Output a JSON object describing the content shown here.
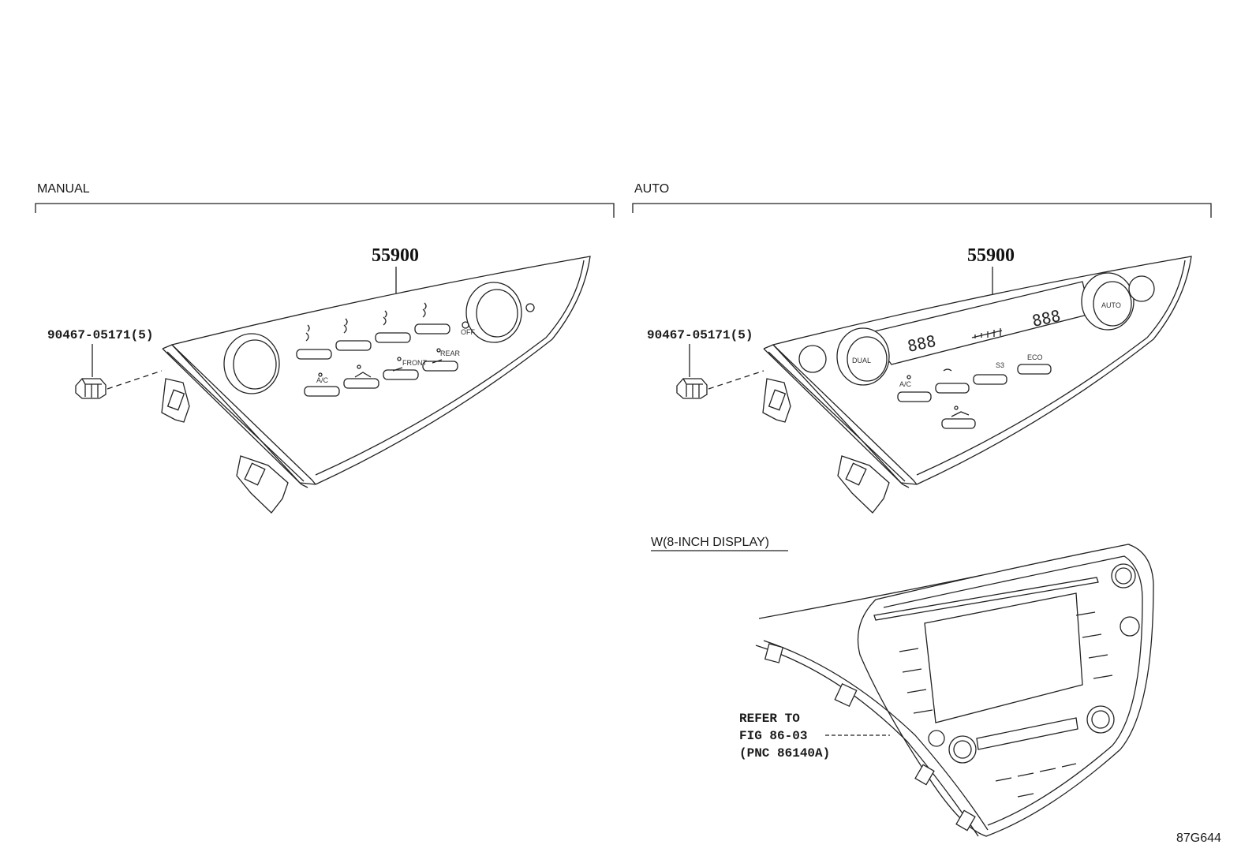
{
  "sections": {
    "manual": {
      "label": "MANUAL",
      "part_number": "55900",
      "fastener_part": "90467-05171(5)"
    },
    "auto": {
      "label": "AUTO",
      "part_number": "55900",
      "fastener_part": "90467-05171(5)"
    },
    "display": {
      "label": "W(8-INCH DISPLAY)",
      "refer_line1": "REFER TO",
      "refer_line2": "FIG 86-03",
      "refer_line3": "(PNC 86140A)"
    }
  },
  "manual_panel": {
    "off_label": "OFF",
    "ac_label": "A/C",
    "front_label": "FRONT",
    "rear_label": "REAR"
  },
  "auto_panel": {
    "dual_label": "DUAL",
    "auto_label": "AUTO",
    "ac_label": "A/C",
    "lcd_left": "888",
    "lcd_right": "888",
    "s_label": "S3",
    "eco_label": "ECO"
  },
  "diagram_id": "87G644"
}
